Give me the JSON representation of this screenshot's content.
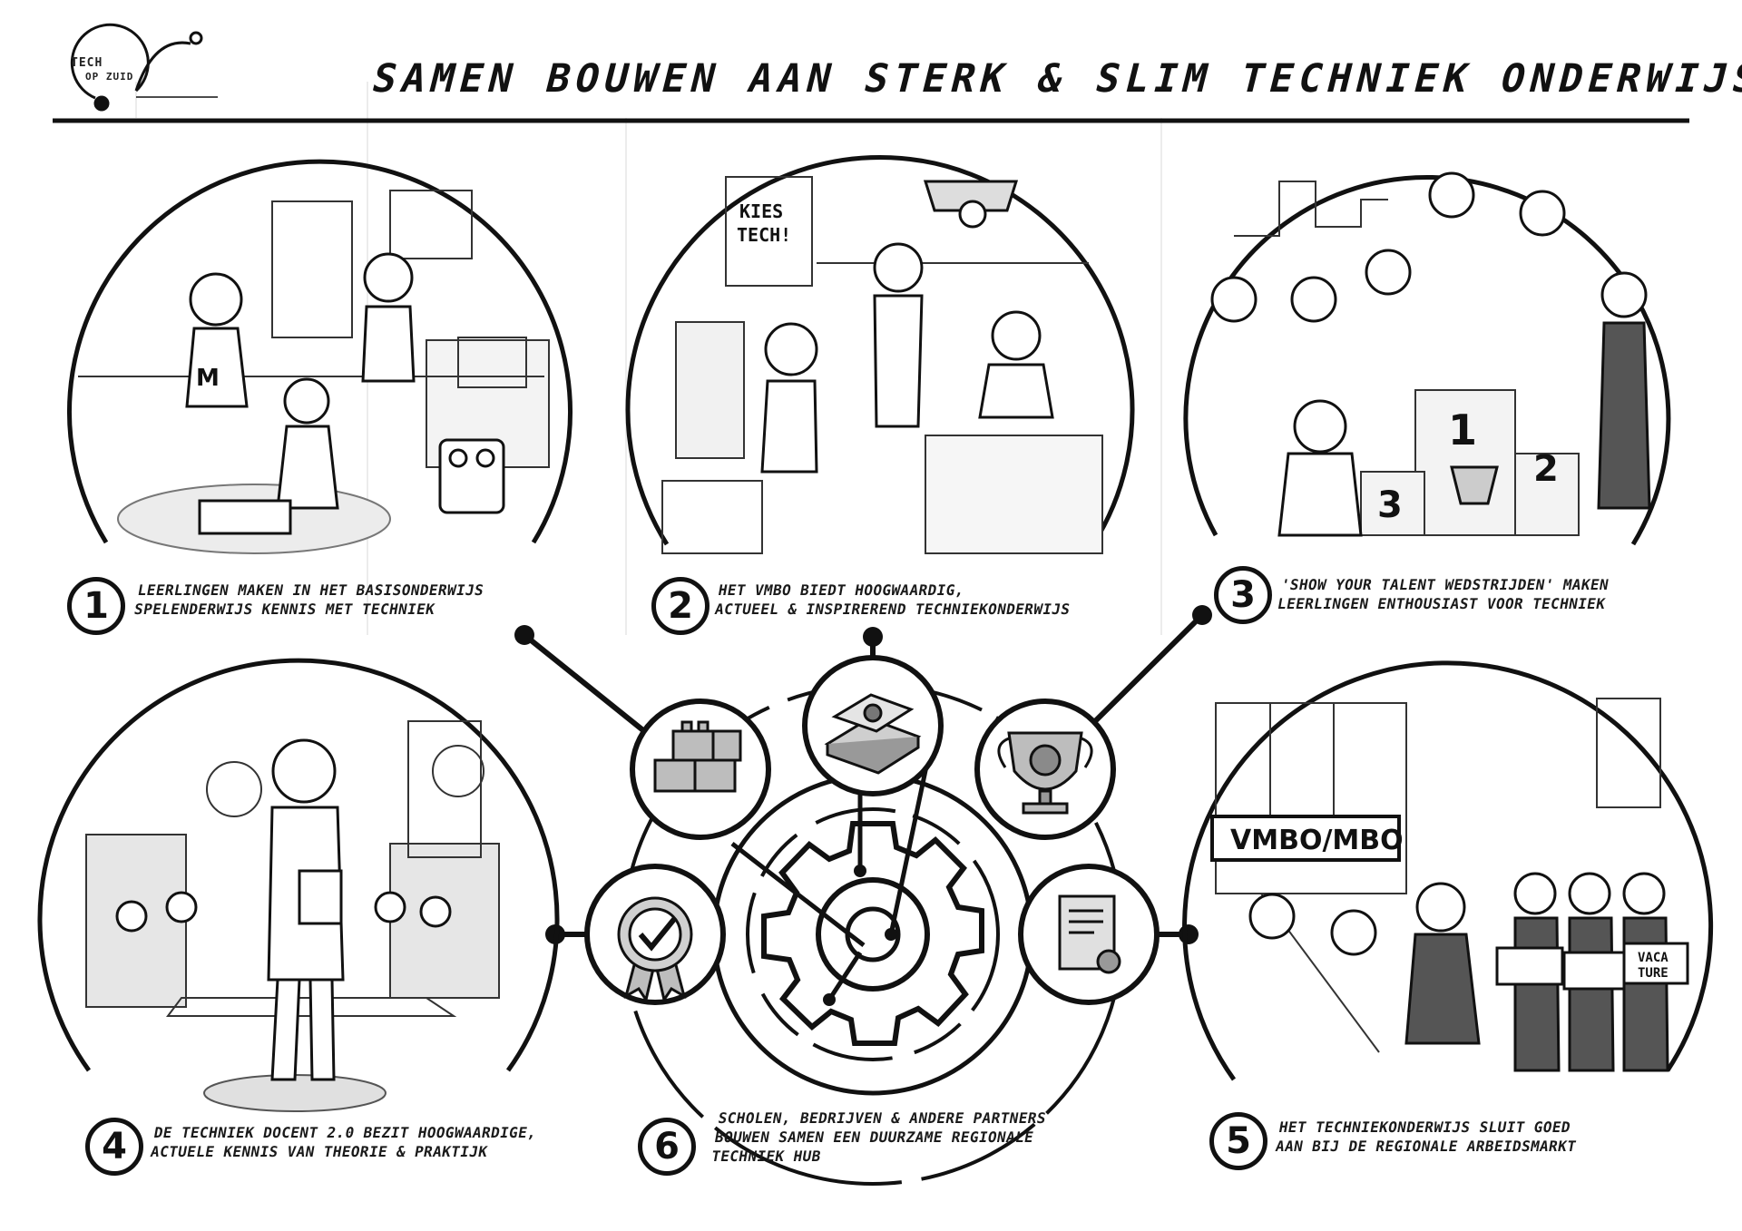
{
  "header": {
    "logo_line1": "TECH",
    "logo_line2": "OP ZUID",
    "title": "SAMEN BOUWEN AAN STERK & SLIM TECHNIEK ONDERWIJS"
  },
  "panels": [
    {
      "number": "1",
      "caption": [
        "LEERLINGEN MAKEN IN HET BASISONDERWIJS",
        "SPELENDERWIJS KENNIS MET TECHNIEK"
      ]
    },
    {
      "number": "2",
      "caption": [
        "HET VMBO BIEDT HOOGWAARDIG,",
        "ACTUEEL & INSPIREREND TECHNIEKONDERWIJS"
      ]
    },
    {
      "number": "3",
      "caption": [
        "'SHOW YOUR TALENT WEDSTRIJDEN' MAKEN",
        "LEERLINGEN ENTHOUSIAST VOOR TECHNIEK"
      ]
    },
    {
      "number": "4",
      "caption": [
        "DE TECHNIEK DOCENT 2.0 BEZIT HOOGWAARDIGE,",
        "ACTUELE KENNIS VAN THEORIE & PRAKTIJK"
      ]
    },
    {
      "number": "5",
      "caption": [
        "HET TECHNIEKONDERWIJS SLUIT GOED",
        "AAN BIJ DE REGIONALE ARBEIDSMARKT"
      ]
    },
    {
      "number": "6",
      "caption": [
        "SCHOLEN, BEDRIJVEN & ANDERE PARTNERS",
        "BOUWEN SAMEN EEN DUURZAME REGIONALE",
        "TECHNIEK HUB"
      ]
    }
  ],
  "scene_text": {
    "poster_line1": "KIES",
    "poster_line2": "TECH!",
    "school_sign": "VMBO/MBO",
    "podium_first": "1",
    "podium_second": "2",
    "podium_third": "3",
    "vacature_line1": "VACA",
    "vacature_line2": "TURE",
    "shirt_letter": "M"
  },
  "hub_icons": [
    {
      "name": "building-blocks-icon"
    },
    {
      "name": "book-icon"
    },
    {
      "name": "trophy-gear-icon"
    },
    {
      "name": "certificate-badge-icon"
    },
    {
      "name": "diploma-document-icon"
    },
    {
      "name": "gear-hub-icon"
    }
  ],
  "colors": {
    "ink": "#111111",
    "paper": "#ffffff",
    "shade": "#bdbdbd"
  }
}
